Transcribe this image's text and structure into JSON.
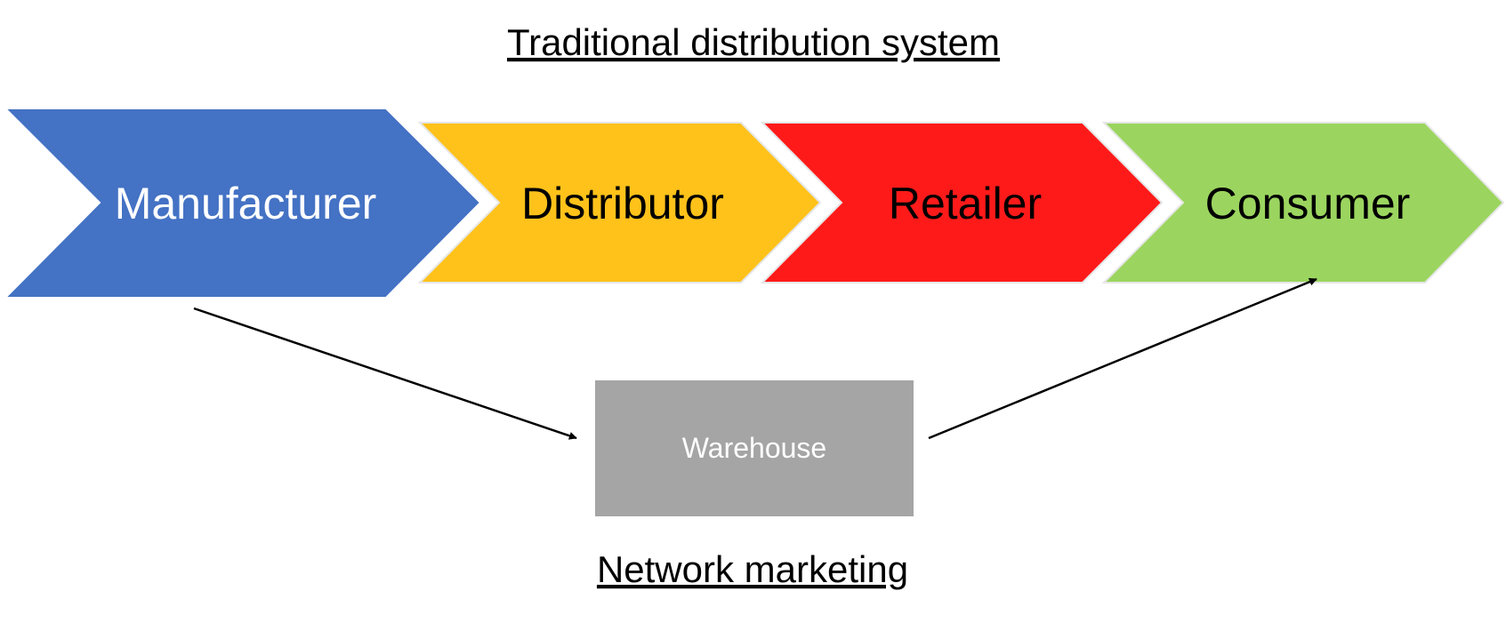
{
  "diagram": {
    "title": "Traditional distribution system",
    "subtitle": "Network marketing",
    "chain": [
      {
        "label": "Manufacturer",
        "fill": "#4472C4",
        "text_color": "#FFFFFF"
      },
      {
        "label": "Distributor",
        "fill": "#FFC21A",
        "text_color": "#000000"
      },
      {
        "label": "Retailer",
        "fill": "#FF1A1A",
        "text_color": "#000000"
      },
      {
        "label": "Consumer",
        "fill": "#9BD55F",
        "text_color": "#000000"
      }
    ],
    "warehouse": {
      "label": "Warehouse",
      "fill": "#A5A5A5",
      "text_color": "#FFFFFF"
    },
    "connections": [
      {
        "from": "Manufacturer",
        "to": "Warehouse"
      },
      {
        "from": "Warehouse",
        "to": "Consumer"
      }
    ]
  }
}
